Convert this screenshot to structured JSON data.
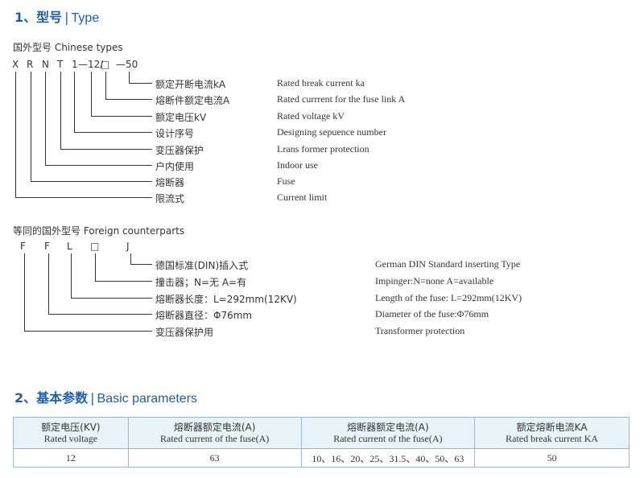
{
  "section1": {
    "num_cn": "1、型号",
    "sep": "|",
    "en": "Type"
  },
  "chinese_types": {
    "heading": "国外型号 Chinese types",
    "code": [
      "X",
      "R",
      "N",
      "T",
      "1",
      "—12/",
      "□",
      "—50"
    ],
    "items": [
      {
        "cn": "额定开断电流kA",
        "en": "Rated break current ka"
      },
      {
        "cn": "熔断件额定电流A",
        "en": "Rated currrent for the fuse link A"
      },
      {
        "cn": "额定电压kV",
        "en": "Rated voltage kV"
      },
      {
        "cn": "设计序号",
        "en": "Designing sepuence number"
      },
      {
        "cn": "变压器保护",
        "en": "Lrans former protection"
      },
      {
        "cn": "户内使用",
        "en": "Indoor use"
      },
      {
        "cn": "熔断器",
        "en": "Fuse"
      },
      {
        "cn": "限流式",
        "en": "Current limit"
      }
    ]
  },
  "foreign": {
    "heading": "等同的国外型号 Foreign counterparts",
    "code": [
      "F",
      "F",
      "L",
      "□",
      "J"
    ],
    "items": [
      {
        "cn": "德国标准(DIN)插入式",
        "en": "German DIN Standard inserting Type"
      },
      {
        "cn": "撞击器；N=无 A=有",
        "en": "Impinger:N=none A=available"
      },
      {
        "cn": "熔断器长度：L=292mm(12KV)",
        "en": "Length of the fuse: L=292mm(12KV)"
      },
      {
        "cn": "熔断器直径：Φ76mm",
        "en": "Diameter of the fuse:Φ76mm"
      },
      {
        "cn": "变压器保护用",
        "en": "Transformer protection"
      }
    ]
  },
  "section2": {
    "num_cn": "2、基本参数",
    "sep": "|",
    "en": "Basic parameters"
  },
  "table": {
    "headers": [
      {
        "cn": "额定电压(KV)",
        "en": "Rated voltage"
      },
      {
        "cn": "熔断器额定电流(A)",
        "en": "Rated current of the fuse(A)"
      },
      {
        "cn": "熔断器额定电流(A)",
        "en": "Rated current of the fuse(A)"
      },
      {
        "cn": "额定熔断电流KA",
        "en": "Rated break current KA"
      }
    ],
    "rows": [
      [
        "12",
        "63",
        "10、16、20、25、31.5、40、50、63",
        "50"
      ]
    ]
  },
  "colors": {
    "accent": "#1e5fa8",
    "line": "#333333",
    "table_header_bg": "#e6f3f9",
    "table_border": "#9cb8cc"
  }
}
